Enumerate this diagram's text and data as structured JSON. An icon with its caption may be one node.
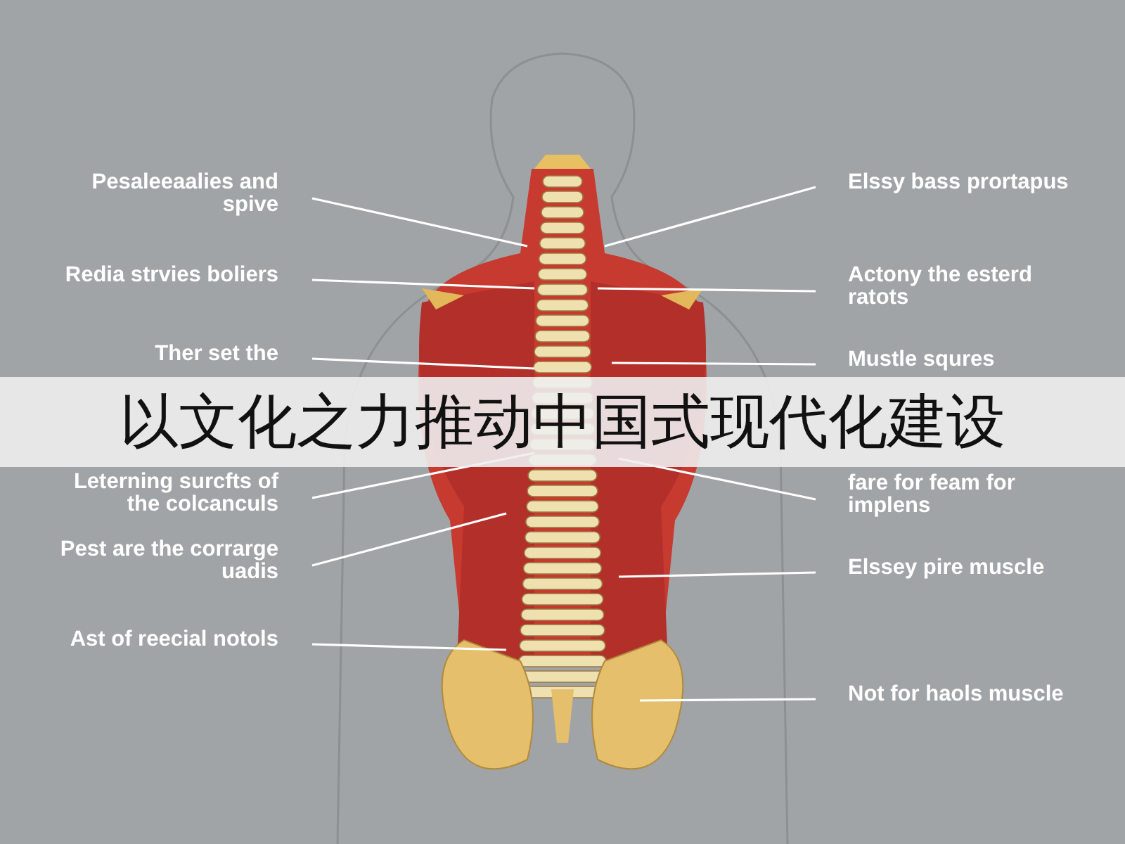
{
  "diagram": {
    "title": "以文化之力推动中国式现代化建设",
    "nodes": [
      {
        "text": [
          "Pesaleeaalies and spive"
        ]
      },
      {
        "text": [
          "Redia strvies boliers"
        ]
      },
      {
        "text": [
          "Ther set the"
        ]
      },
      {
        "text": [
          "Leterning surcfts of the colcanculs"
        ]
      },
      {
        "text": [
          "Pest are the corrarge uadis"
        ]
      },
      {
        "text": [
          "Ast of reecial notols"
        ]
      },
      {
        "text": [
          "Elssy bass prortapus"
        ]
      },
      {
        "text": [
          "Actony the esterd ratots"
        ]
      },
      {
        "text": [
          "Mustle squres"
        ]
      },
      {
        "text": [
          "fare for feam for implens"
        ]
      },
      {
        "text": [
          "Elssey pire muscle"
        ]
      },
      {
        "text": [
          "Not for haols muscle"
        ]
      }
    ],
    "edges": [
      {
        "from": 0,
        "to": null,
        "arrow": "none"
      },
      {
        "from": 1,
        "to": null,
        "arrow": "none"
      },
      {
        "from": 2,
        "to": null,
        "arrow": "none"
      },
      {
        "from": 3,
        "to": null,
        "arrow": "none"
      },
      {
        "from": 4,
        "to": null,
        "arrow": "none"
      },
      {
        "from": 5,
        "to": null,
        "arrow": "none"
      },
      {
        "from": 6,
        "to": null,
        "arrow": "none"
      },
      {
        "from": 7,
        "to": null,
        "arrow": "none"
      },
      {
        "from": 8,
        "to": null,
        "arrow": "none"
      },
      {
        "from": 9,
        "to": null,
        "arrow": "none"
      },
      {
        "from": 10,
        "to": null,
        "arrow": "none"
      },
      {
        "from": 11,
        "to": null,
        "arrow": "none"
      }
    ]
  }
}
